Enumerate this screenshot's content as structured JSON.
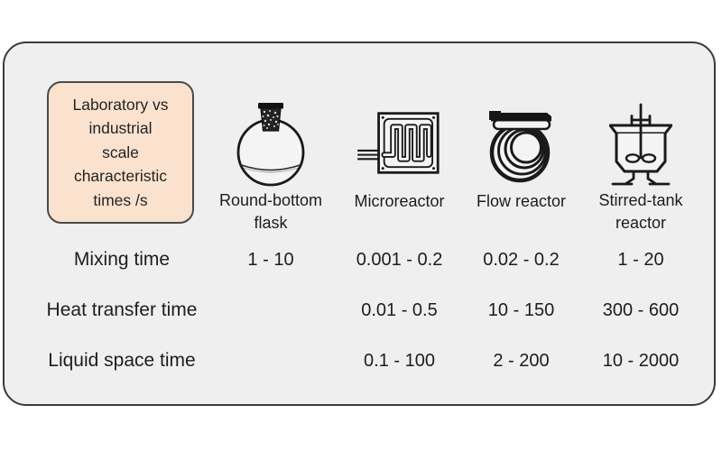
{
  "figure": {
    "corner_label": {
      "text": "Laboratory vs industrial scale characteristic times /s",
      "lines": [
        "Laboratory vs",
        "industrial",
        "scale",
        "characteristic",
        "times /s"
      ]
    },
    "columns": [
      {
        "label": "Round-bottom flask",
        "lines": [
          "Round-bottom",
          "flask"
        ],
        "icon": "round-bottom-flask-icon"
      },
      {
        "label": "Microreactor",
        "lines": [
          "Microreactor"
        ],
        "icon": "microreactor-icon"
      },
      {
        "label": "Flow reactor",
        "lines": [
          "Flow reactor"
        ],
        "icon": "flow-reactor-icon"
      },
      {
        "label": "Stirred-tank reactor",
        "lines": [
          "Stirred-tank",
          "reactor"
        ],
        "icon": "stirred-tank-reactor-icon"
      }
    ],
    "rows": [
      {
        "label": "Mixing time",
        "values": [
          "1 - 10",
          "0.001 - 0.2",
          "0.02 - 0.2",
          "1 - 20"
        ]
      },
      {
        "label": "Heat transfer time",
        "values": [
          "",
          "0.01 - 0.5",
          "10 - 150",
          "300 - 600"
        ]
      },
      {
        "label": "Liquid space time",
        "values": [
          "",
          "0.1 - 100",
          "2 - 200",
          "10 - 2000"
        ]
      }
    ]
  },
  "colors": {
    "background": "#ffffff",
    "panel_bg": "#efefef",
    "panel_border": "#3a3a3a",
    "corner_box_bg": "#fae2cf",
    "corner_box_border": "#4a4a4a",
    "text": "#1d1d1d",
    "icon_stroke": "#1a1a1a"
  },
  "chart_data": {
    "type": "table",
    "title": "Laboratory vs industrial scale characteristic times /s",
    "columns": [
      "",
      "Round-bottom flask",
      "Microreactor",
      "Flow reactor",
      "Stirred-tank reactor"
    ],
    "rows": [
      [
        "Mixing time",
        "1 - 10",
        "0.001 - 0.2",
        "0.02 - 0.2",
        "1 - 20"
      ],
      [
        "Heat transfer time",
        "",
        "0.01 - 0.5",
        "10 - 150",
        "300 - 600"
      ],
      [
        "Liquid space time",
        "",
        "0.1 - 100",
        "2 - 200",
        "10 - 2000"
      ]
    ],
    "units": "s"
  }
}
